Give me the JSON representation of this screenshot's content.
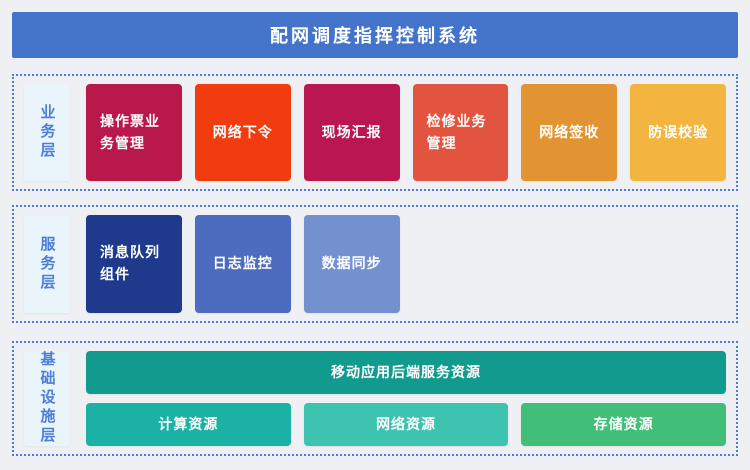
{
  "title": "配网调度指挥控制系统",
  "colors": {
    "page_bg": "#EFF0F4",
    "title_bg": "#4374C9",
    "title_text": "#FFFFFF",
    "section_border": "#4E7DD5",
    "label_bg": "#E9F4FB",
    "label_text": "#4C7FD6",
    "box_text": "#FFFFFF"
  },
  "layers": [
    {
      "label": "业务层",
      "items": [
        {
          "label": "操作票业务管理",
          "color": "#B8184A"
        },
        {
          "label": "网络下令",
          "color": "#F23C0F"
        },
        {
          "label": "现场汇报",
          "color": "#BA1650"
        },
        {
          "label": "检修业务管理",
          "color": "#E25440"
        },
        {
          "label": "网络签收",
          "color": "#E39432"
        },
        {
          "label": "防误校验",
          "color": "#F4B540"
        }
      ]
    },
    {
      "label": "服务层",
      "items": [
        {
          "label": "消息队列组件",
          "color": "#1F3A8D"
        },
        {
          "label": "日志监控",
          "color": "#4C6CC0"
        },
        {
          "label": "数据同步",
          "color": "#7390CF"
        }
      ]
    },
    {
      "label": "基础设施层",
      "wide_item": {
        "label": "移动应用后端服务资源",
        "color": "#119A8E"
      },
      "items": [
        {
          "label": "计算资源",
          "color": "#1CB1A5"
        },
        {
          "label": "网络资源",
          "color": "#3EC3B0"
        },
        {
          "label": "存储资源",
          "color": "#41BF79"
        }
      ]
    }
  ]
}
